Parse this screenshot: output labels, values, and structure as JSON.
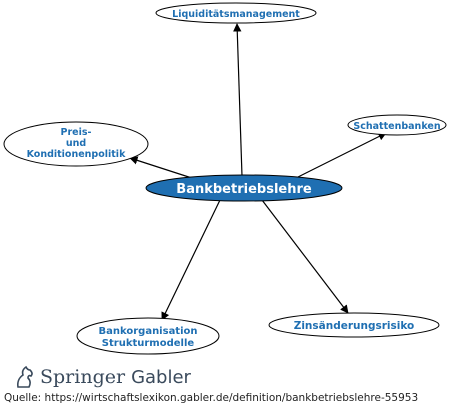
{
  "diagram": {
    "center": "Bankbetriebslehre",
    "nodes": {
      "liquiditaet": "Liquiditätsmanagement",
      "schattenbanken": "Schattenbanken",
      "preis_line1": "Preis-",
      "preis_line2": "und",
      "preis_line3": "Konditionenpolitik",
      "zins": "Zinsänderungsrisiko",
      "bankorg_line1": "Bankorganisation",
      "bankorg_line2": "Strukturmodelle"
    }
  },
  "footer": {
    "logo_word1": "Springer",
    "logo_word2": "Gabler",
    "source_text": "Quelle: https://wirtschaftslexikon.gabler.de/definition/bankbetriebslehre-55953"
  },
  "colors": {
    "center_fill": "#1f6fb2",
    "label_text": "#1f6fb2",
    "edge": "#000000"
  }
}
